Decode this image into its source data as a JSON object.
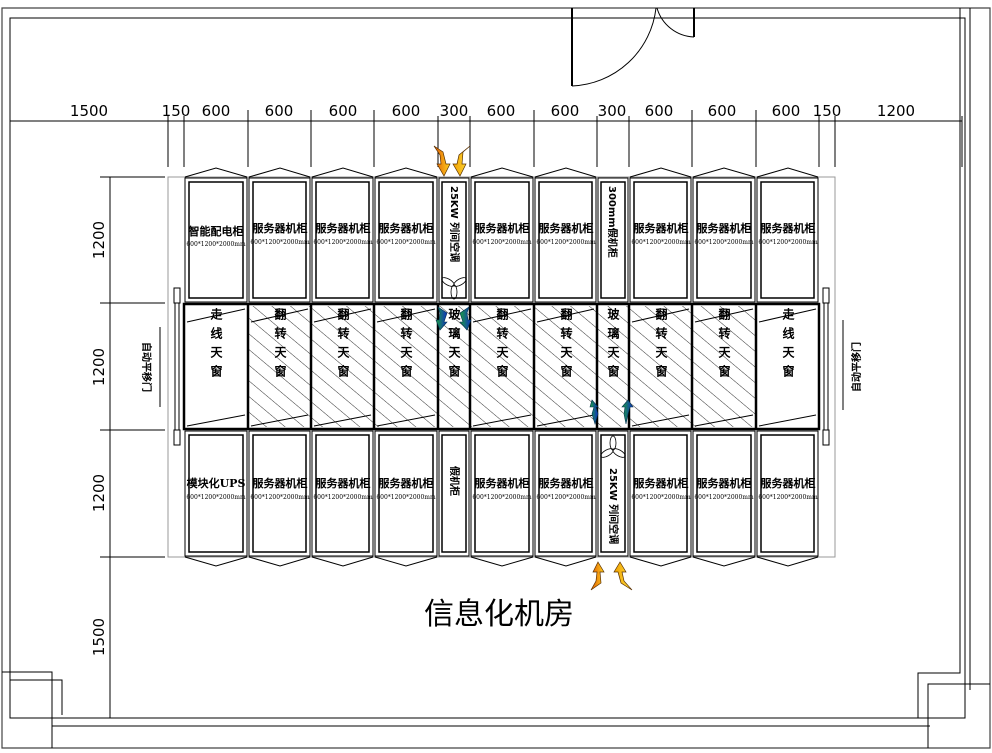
{
  "room": {
    "title": "信息化机房"
  },
  "dimensions": {
    "top": [
      "1500",
      "150",
      "600",
      "600",
      "600",
      "600",
      "300",
      "600",
      "600",
      "300",
      "600",
      "600",
      "600",
      "150",
      "1200"
    ],
    "left": [
      "1200",
      "1200",
      "1200",
      "1500"
    ]
  },
  "top_row": [
    {
      "title": "智能配电柜",
      "size": "600*1200*2000mm",
      "type": "cabinet"
    },
    {
      "title": "服务器机柜",
      "size": "600*1200*2000mm",
      "type": "cabinet"
    },
    {
      "title": "服务器机柜",
      "size": "600*1200*2000mm",
      "type": "cabinet"
    },
    {
      "title": "服务器机柜",
      "size": "600*1200*2000mm",
      "type": "cabinet"
    },
    {
      "title": "25KW 列间空调",
      "size": "",
      "type": "ac"
    },
    {
      "title": "服务器机柜",
      "size": "600*1200*2000mm",
      "type": "cabinet"
    },
    {
      "title": "服务器机柜",
      "size": "600*1200*2000mm",
      "type": "cabinet"
    },
    {
      "title": "300mm假机柜",
      "size": "",
      "type": "blank"
    },
    {
      "title": "服务器机柜",
      "size": "600*1200*2000mm",
      "type": "cabinet"
    },
    {
      "title": "服务器机柜",
      "size": "600*1200*2000mm",
      "type": "cabinet"
    },
    {
      "title": "服务器机柜",
      "size": "600*1200*2000mm",
      "type": "cabinet"
    }
  ],
  "middle_row": [
    {
      "label": "走线天窗",
      "type": "cable"
    },
    {
      "label": "翻转天窗",
      "type": "flip"
    },
    {
      "label": "翻转天窗",
      "type": "flip"
    },
    {
      "label": "翻转天窗",
      "type": "flip"
    },
    {
      "label": "玻璃天窗",
      "type": "glass"
    },
    {
      "label": "翻转天窗",
      "type": "flip"
    },
    {
      "label": "翻转天窗",
      "type": "flip"
    },
    {
      "label": "玻璃天窗",
      "type": "glass"
    },
    {
      "label": "翻转天窗",
      "type": "flip"
    },
    {
      "label": "翻转天窗",
      "type": "flip"
    },
    {
      "label": "走线天窗",
      "type": "cable"
    }
  ],
  "bottom_row": [
    {
      "title": "模块化UPS",
      "size": "600*1200*2000mm",
      "type": "cabinet"
    },
    {
      "title": "服务器机柜",
      "size": "600*1200*2000mm",
      "type": "cabinet"
    },
    {
      "title": "服务器机柜",
      "size": "600*1200*2000mm",
      "type": "cabinet"
    },
    {
      "title": "服务器机柜",
      "size": "600*1200*2000mm",
      "type": "cabinet"
    },
    {
      "title": "假机柜",
      "size": "",
      "type": "blank"
    },
    {
      "title": "服务器机柜",
      "size": "600*1200*2000mm",
      "type": "cabinet"
    },
    {
      "title": "服务器机柜",
      "size": "600*1200*2000mm",
      "type": "cabinet"
    },
    {
      "title": "25KW 列间空调",
      "size": "",
      "type": "ac"
    },
    {
      "title": "服务器机柜",
      "size": "600*1200*2000mm",
      "type": "cabinet"
    },
    {
      "title": "服务器机柜",
      "size": "600*1200*2000mm",
      "type": "cabinet"
    },
    {
      "title": "服务器机柜",
      "size": "600*1200*2000mm",
      "type": "cabinet"
    }
  ],
  "doors": {
    "left": "自动平移门",
    "right": "自动平移门"
  },
  "colors": {
    "hot_air": "#f5a000",
    "hot_air_dark": "#e06000",
    "cold_air": "#1a9a3a",
    "cold_air_dark": "#1040c0",
    "line": "#000000",
    "grey_line": "#888888"
  }
}
